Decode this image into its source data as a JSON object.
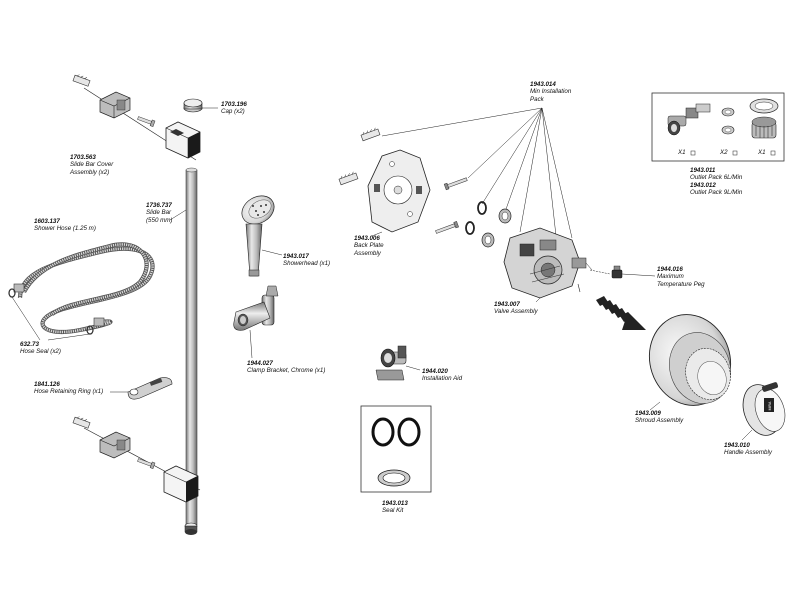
{
  "parts": {
    "slide_bar_cover": {
      "number": "1703.563",
      "desc": "Slide Bar Cover",
      "desc2": "Assembly (x2)"
    },
    "cap": {
      "number": "1703.196",
      "desc": "Cap (x2)"
    },
    "slide_bar": {
      "number": "1736.737",
      "desc": "Slide Bar",
      "desc2": "(550 mm)"
    },
    "shower_hose": {
      "number": "1603.137",
      "desc": "Shower Hose (1.25 m)"
    },
    "showerhead": {
      "number": "1943.017",
      "desc": "Showerhead (x1)"
    },
    "hose_seal": {
      "number": "632.73",
      "desc": "Hose Seal (x2)"
    },
    "clamp_bracket": {
      "number": "1944.027",
      "desc": "Clamp Bracket, Chrome (x1)"
    },
    "hose_ring": {
      "number": "1841.126",
      "desc": "Hose Retaining Ring (x1)"
    },
    "min_install_pack": {
      "number": "1943.014",
      "desc": "Min Installation",
      "desc2": "Pack"
    },
    "back_plate": {
      "number": "1943.006",
      "desc": "Back Plate",
      "desc2": "Assembly"
    },
    "valve": {
      "number": "1943.007",
      "desc": "Valve Assembly"
    },
    "max_temp_peg": {
      "number": "1944.016",
      "desc": "Maximum",
      "desc2": "Temperature Peg"
    },
    "installation_aid": {
      "number": "1944.020",
      "desc": "Installation Aid"
    },
    "shroud": {
      "number": "1943.009",
      "desc": "Shroud Assembly"
    },
    "handle": {
      "number": "1943.010",
      "desc": "Handle Assembly"
    },
    "seal_kit": {
      "number": "1943.013",
      "desc": "Seal Kit"
    },
    "outlet_pack": {
      "line1": "1943.011",
      "line1_desc": "Outlet Pack 6L/Min",
      "line2": "1943.012",
      "line2_desc": "Outlet Pack 9L/Min",
      "qty1": "X1",
      "qty2": "X2",
      "qty3": "X1"
    }
  }
}
